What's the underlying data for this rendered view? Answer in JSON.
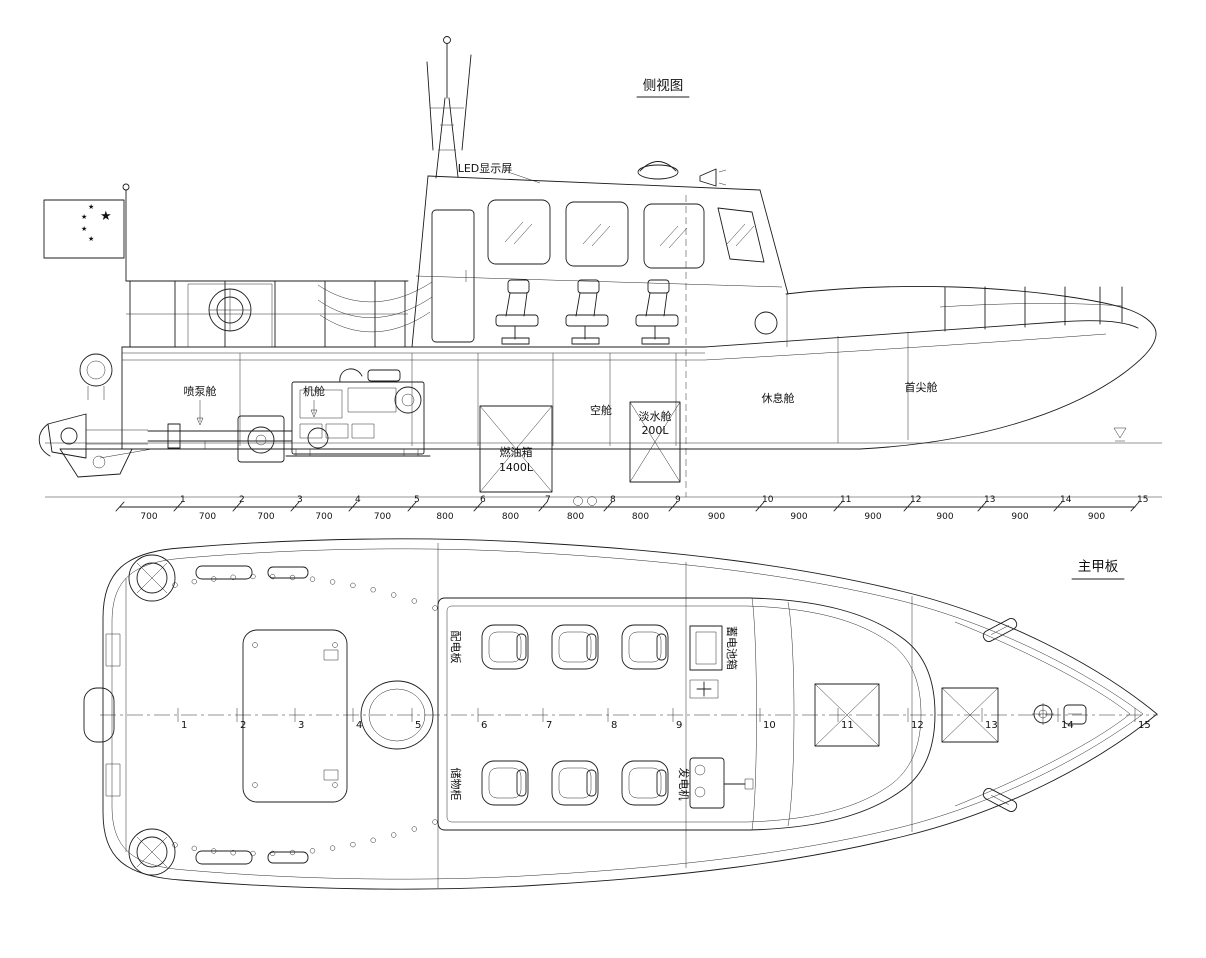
{
  "titles": {
    "side_view": "侧视图",
    "main_deck": "主甲板"
  },
  "side_labels": {
    "led_display": "LED显示屏",
    "jet_pump_room": "喷泵舱",
    "engine_room": "机舱",
    "fuel_tank_name": "燃油箱",
    "fuel_tank_capacity": "1400L",
    "void_space": "空舱",
    "fresh_water_tank": "淡水舱",
    "fresh_water_capacity": "200L",
    "rest_cabin": "休息舱",
    "fore_peak": "首尖舱"
  },
  "deck_labels": {
    "switchboard": "配电板",
    "battery_box": "蓄电池箱",
    "storage_cabinet": "储物柜",
    "generator": "发电机"
  },
  "stations": {
    "numbers": [
      "1",
      "2",
      "3",
      "4",
      "5",
      "6",
      "7",
      "8",
      "9",
      "10",
      "11",
      "12",
      "13",
      "14",
      "15"
    ],
    "spacings": [
      "700",
      "700",
      "700",
      "700",
      "700",
      "800",
      "800",
      "800",
      "800",
      "900",
      "900",
      "900",
      "900",
      "900",
      "900"
    ]
  },
  "icons": {
    "star": "★"
  }
}
